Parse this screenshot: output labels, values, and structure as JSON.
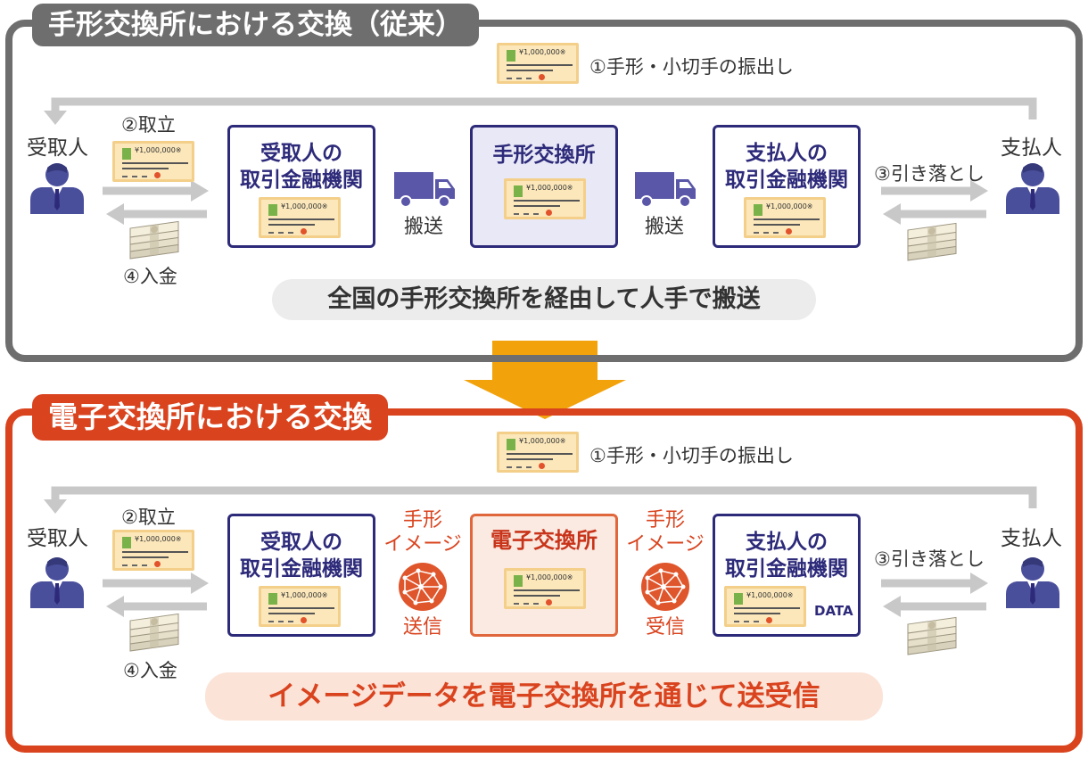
{
  "top": {
    "title": "手形交換所における交換（従来）",
    "step1": "①手形・小切手の振出し",
    "step2": "②取立",
    "step3": "③引き落とし",
    "step4": "④入金",
    "receiver": "受取人",
    "payer": "支払人",
    "bank_receiver": "受取人の\n取引金融機関",
    "center": "手形交換所",
    "bank_payer": "支払人の\n取引金融機関",
    "transport_left": "搬送",
    "transport_right": "搬送",
    "banner": "全国の手形交換所を経由して人手で搬送"
  },
  "bottom": {
    "title": "電子交換所における交換",
    "step1": "①手形・小切手の振出し",
    "step2": "②取立",
    "step3": "③引き落とし",
    "step4": "④入金",
    "receiver": "受取人",
    "payer": "支払人",
    "bank_receiver": "受取人の\n取引金融機関",
    "center": "電子交換所",
    "bank_payer": "支払人の\n取引金融機関",
    "image_left_label": "手形\nイメージ",
    "image_left_action": "送信",
    "image_right_label": "手形\nイメージ",
    "image_right_action": "受信",
    "data_label": "DATA",
    "banner": "イメージデータを電子交換所を通じて送受信"
  },
  "check_amount": "¥1,000,000※",
  "colors": {
    "gray_frame": "#6e6e6e",
    "red_frame": "#d9431e",
    "navy": "#2d2a7a",
    "person": "#4a4f9c",
    "truck": "#5a56a8",
    "arrow_orange": "#f2a20b",
    "check_bg": "#fbe7ba"
  },
  "icons": [
    "person-icon",
    "check-icon",
    "truck-icon",
    "money-icon",
    "globe-icon",
    "database-icon",
    "arrow-down-icon"
  ]
}
